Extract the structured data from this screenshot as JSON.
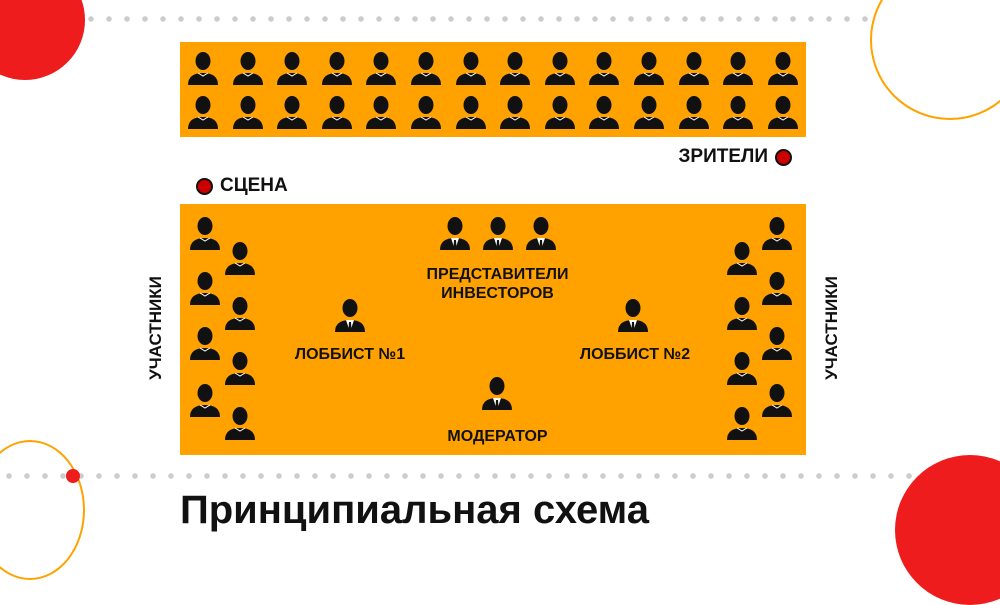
{
  "title": "Принципиальная схема",
  "audience_label": "ЗРИТЕЛИ",
  "stage_label": "СЦЕНА",
  "participants_label": "УЧАСТНИКИ",
  "investors_label_line1": "ПРЕДСТАВИТЕЛИ",
  "investors_label_line2": "ИНВЕСТОРОВ",
  "lobbyist1_label": "ЛОББИСТ №1",
  "lobbyist2_label": "ЛОББИСТ №2",
  "moderator_label": "МОДЕРАТОР",
  "colors": {
    "orange": "#FFA200",
    "red": "#EE1C1C",
    "dark": "#111111"
  },
  "audience_rows": 2,
  "audience_per_row": 14
}
